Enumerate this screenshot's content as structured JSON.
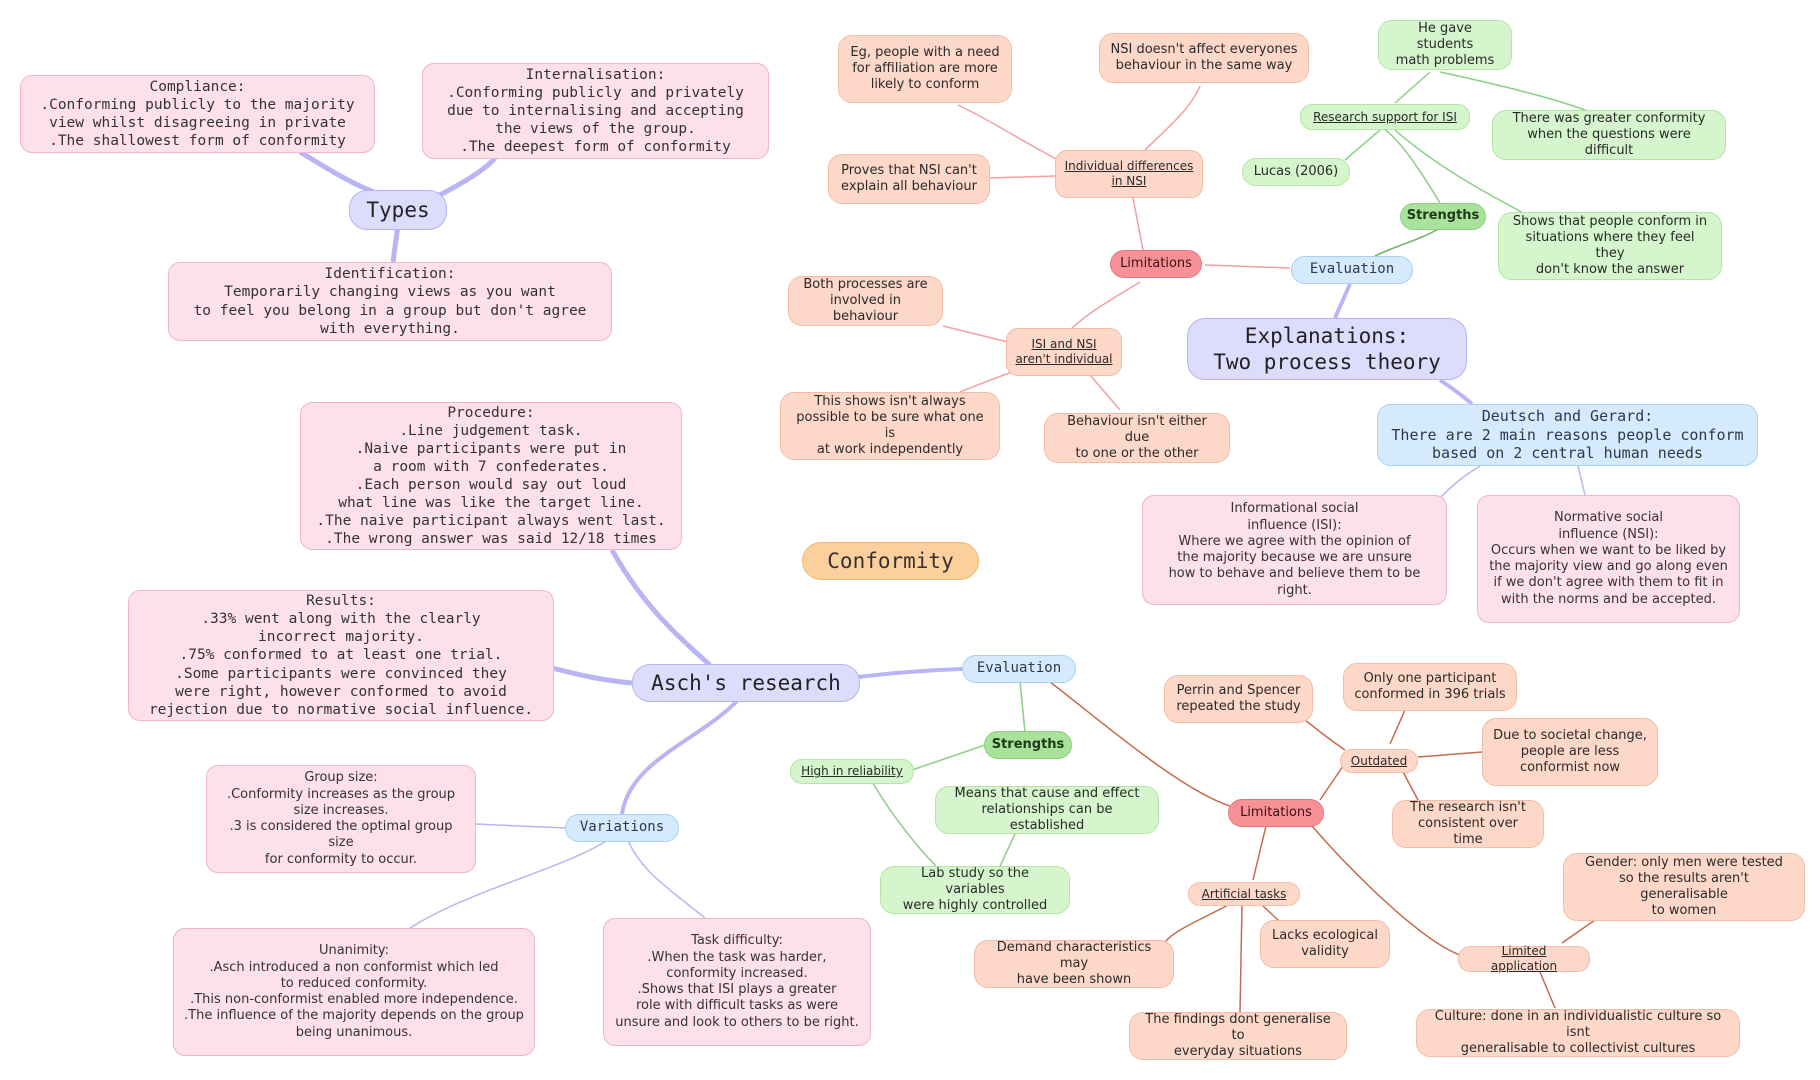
{
  "central": {
    "label": "Conformity"
  },
  "types": {
    "label": "Types",
    "compliance": "Compliance:\n.Conforming publicly to the majority\nview whilst disagreeing in private\n.The shallowest form of conformity",
    "internalisation": "Internalisation:\n.Conforming publicly and privately\ndue to internalising and accepting\nthe views of the group.\n.The deepest form of conformity",
    "identification": "Identification:\nTemporarily changing views as you want\nto feel you belong in a group but don't agree\nwith everything."
  },
  "explanations": {
    "label": "Explanations:\nTwo process theory",
    "deutsch": "Deutsch and Gerard:\nThere are 2 main reasons people conform\nbased on 2 central human needs",
    "isi": "Informational social\ninfluence (ISI):\nWhere we agree with the opinion of\nthe majority because we are unsure\nhow to behave and believe them to be right.",
    "nsi": "Normative social\ninfluence (NSI):\nOccurs when we want to be liked by\nthe majority view and go along even\nif we don't agree with them to fit in\nwith the norms and be accepted.",
    "evaluation": "Evaluation",
    "strengths": "Strengths",
    "research_support": "Research support for ISI",
    "gave_math": "He gave students\nmath problems",
    "greater_conformity": "There was greater conformity\nwhen the questions were difficult",
    "lucas": "Lucas (2006)",
    "shows_conform": "Shows that people conform in\nsituations where they feel they\ndon't know the answer",
    "limitations": "Limitations",
    "individual_diff": "Individual differences\nin NSI",
    "eg_people": "Eg, people with a need\nfor affiliation are more\nlikely to conform",
    "nsi_doesnt": "NSI doesn't affect everyones\nbehaviour in the same way",
    "proves_nsi": "Proves that NSI can't\nexplain all behaviour",
    "isi_nsi_not": "ISI and NSI\naren't individual",
    "both_processes": "Both processes are\ninvolved in behaviour",
    "this_shows": "This shows isn't always\npossible to be sure what one is\nat work independently",
    "behaviour_isnt": "Behaviour isn't either due\nto one or the other"
  },
  "asch": {
    "label": "Asch's research",
    "procedure": "Procedure:\n.Line judgement task.\n.Naive participants were put in\na room with 7 confederates.\n.Each person would say out loud\nwhat line was like the target line.\n.The naive participant always went last.\n.The wrong answer was said 12/18 times",
    "results": "Results:\n.33% went along with the clearly\nincorrect majority.\n.75% conformed to at least one trial.\n.Some participants were convinced they\nwere right, however conformed to avoid\nrejection due to normative social influence.",
    "variations": "Variations",
    "group_size": "Group size:\n.Conformity increases as the group\nsize increases.\n.3 is considered the optimal group size\nfor conformity to occur.",
    "unanimity": "Unanimity:\n.Asch introduced a non conformist which led\nto reduced conformity.\n.This non-conformist enabled more independence.\n.The influence of the majority depends on the group\nbeing unanimous.",
    "task_difficulty": "Task difficulty:\n.When the task was harder,\nconformity increased.\n.Shows that ISI plays a greater\nrole with difficult tasks as were\nunsure and look to others to be right.",
    "evaluation": "Evaluation",
    "strengths": "Strengths",
    "high_reliability": "High in reliability",
    "means_cause": "Means that cause and effect\nrelationships can be established",
    "lab_study": "Lab study so the variables\nwere highly controlled",
    "limitations": "Limitations",
    "outdated": "Outdated",
    "perrin": "Perrin and Spencer\nrepeated the study",
    "only_one": "Only one participant\nconformed in 396 trials",
    "due_societal": "Due to societal change,\npeople are less\nconformist now",
    "research_isnt": "The research isn't\nconsistent over time",
    "artificial": "Artificial tasks",
    "demand": "Demand characteristics may\nhave been shown",
    "lacks_eco": "Lacks ecological\nvalidity",
    "findings_dont": "The findings dont generalise to\neveryday situations",
    "limited_app": "Limited application",
    "gender": "Gender: only men were tested\nso the results aren't generalisable\nto women",
    "culture": "Culture: done in an individualistic culture so isnt\ngeneralisable to collectivist cultures"
  },
  "colors": {
    "lavender_link": "#b9b4f4",
    "green_link": "#8ccf86",
    "red_link": "#f2a0a3",
    "brown_link": "#c46a4e"
  }
}
